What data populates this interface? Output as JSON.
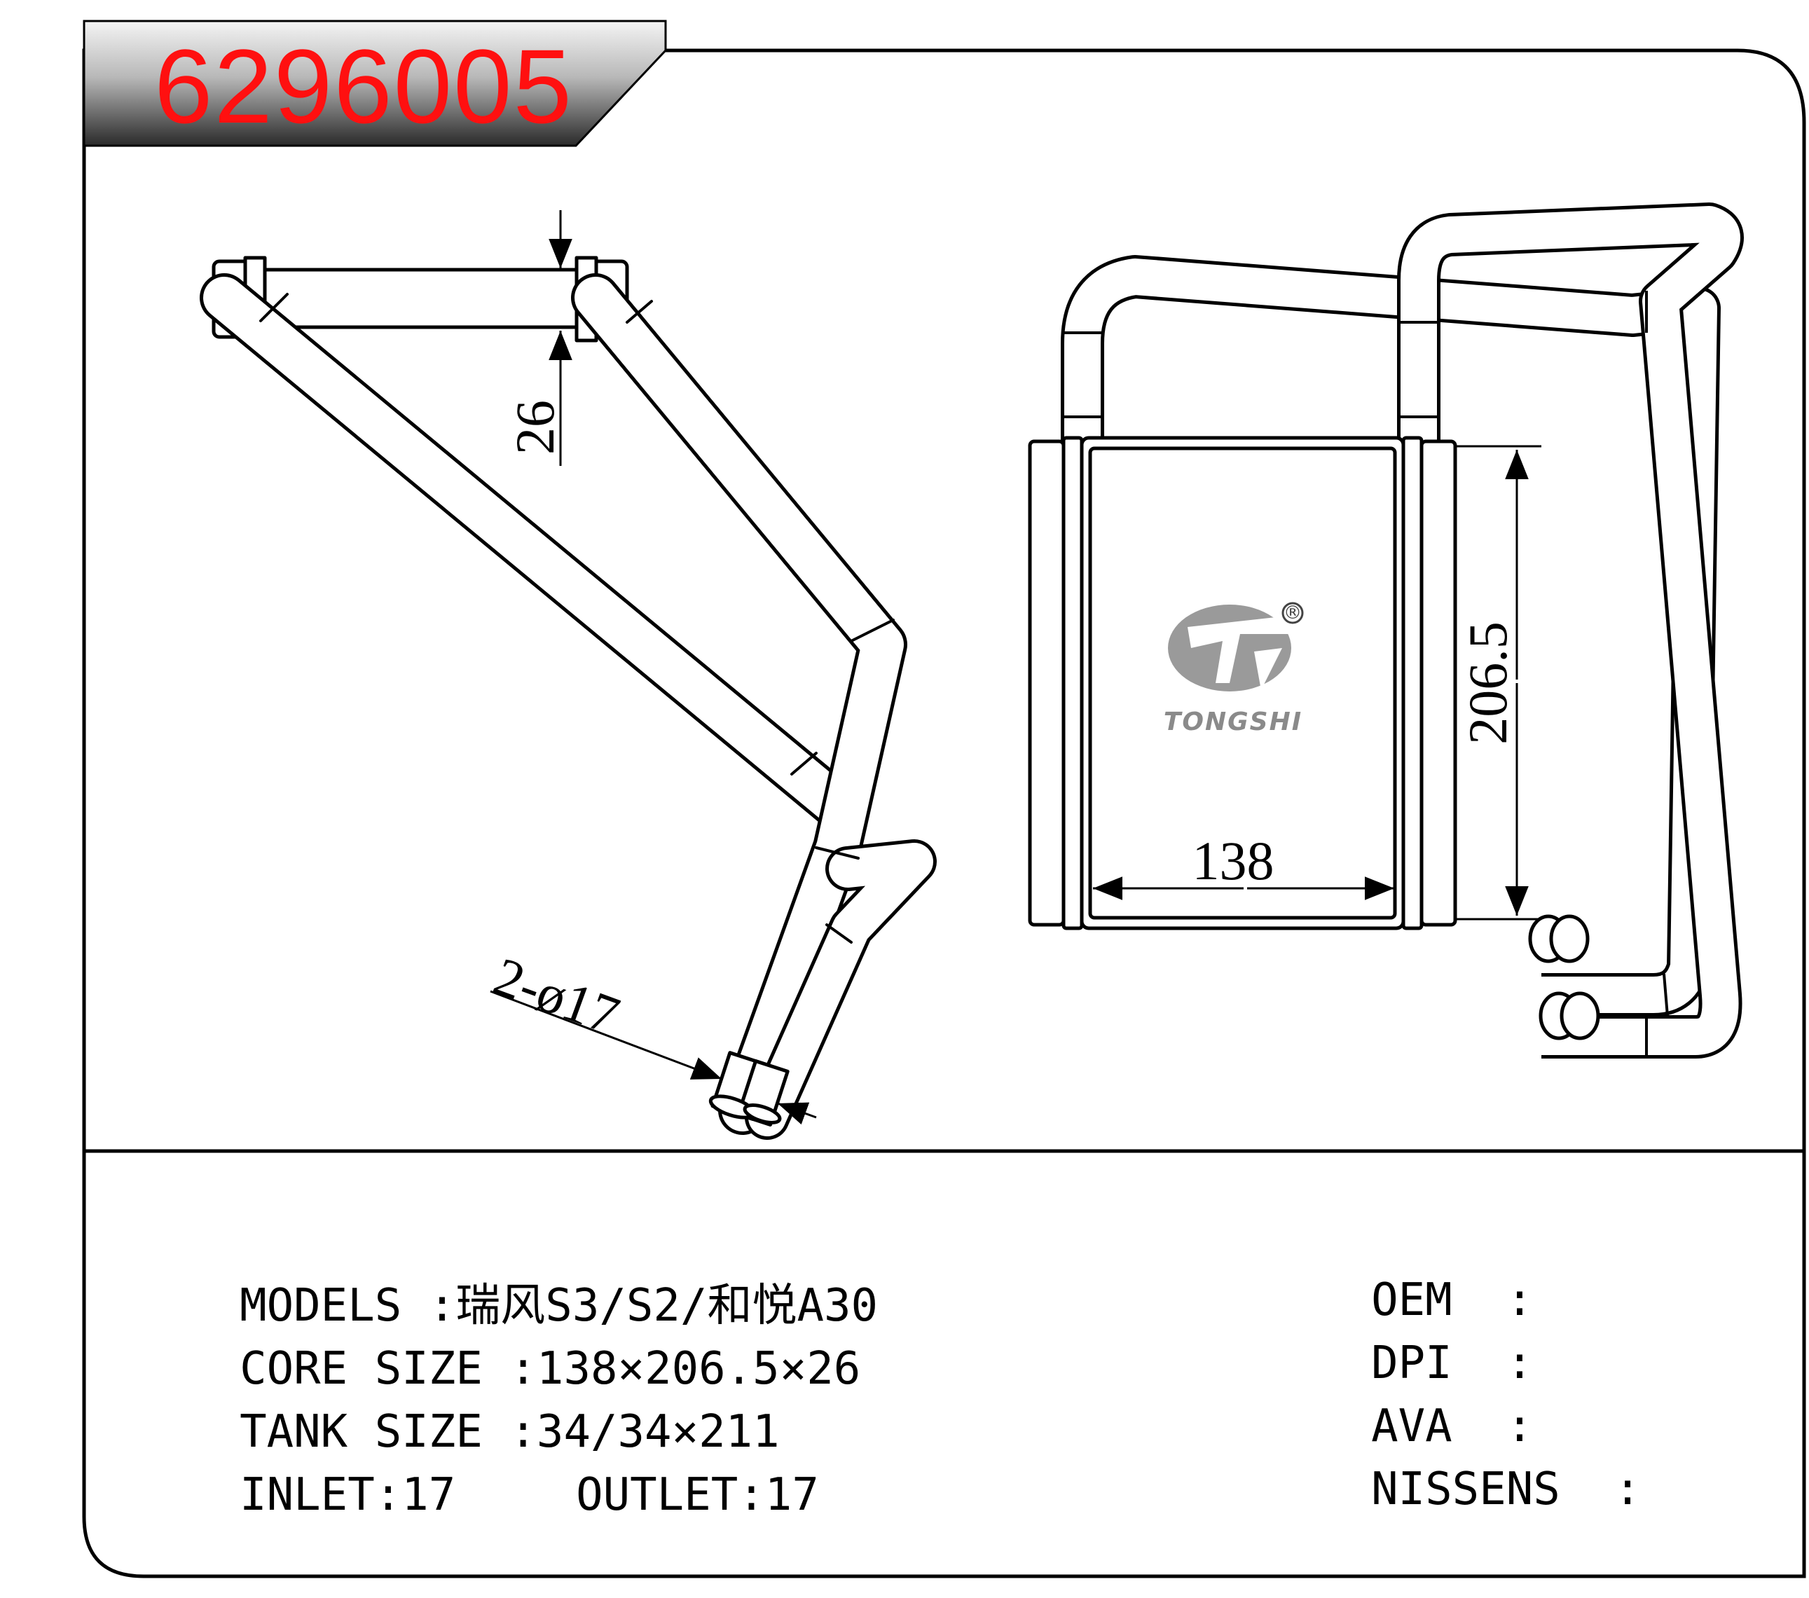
{
  "header": {
    "part_number": "6296005"
  },
  "drawing": {
    "dimensions": {
      "depth": "26",
      "core_height": "206.5",
      "core_width": "138",
      "pipe": "2-ø17"
    },
    "logo": {
      "brand": "TONGSHI",
      "registered_mark": "®"
    }
  },
  "specs": {
    "models_label": "MODELS",
    "models_value": ":瑞风S3/S2/和悦A30",
    "core_size_label": "CORE SIZE",
    "core_size_value": ":138×206.5×26",
    "tank_size_label": "TANK SIZE",
    "tank_size_value": ":34/34×211",
    "inlet_label": "INLET",
    "inlet_value": ":17",
    "outlet_label": "OUTLET",
    "outlet_value": ":17"
  },
  "references": {
    "oem_label": "OEM",
    "oem_value": ":",
    "dpi_label": "DPI",
    "dpi_value": ":",
    "ava_label": "AVA",
    "ava_value": ":",
    "nissens_label": "NISSENS",
    "nissens_value": ":"
  }
}
